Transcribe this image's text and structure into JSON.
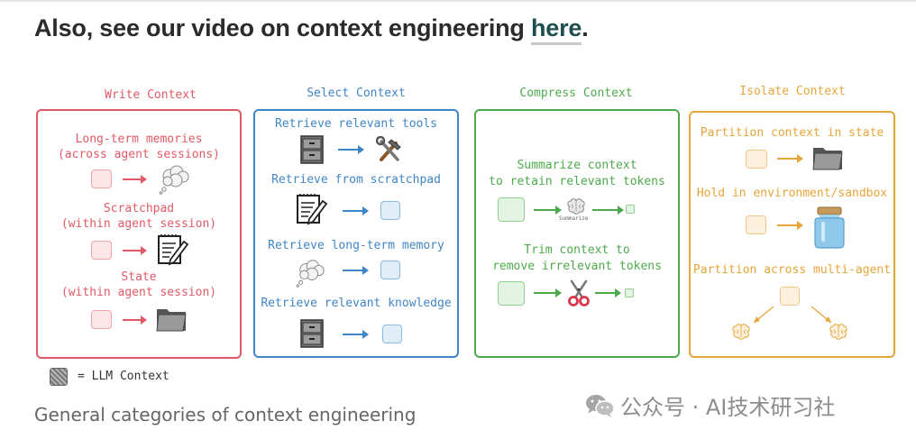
{
  "header": {
    "prefix": "Also, see our video on context engineering ",
    "link": "here",
    "suffix": "."
  },
  "columns": {
    "write": {
      "title": "Write Context",
      "color": "#e05a66"
    },
    "select": {
      "title": "Select Context",
      "color": "#3f86c6"
    },
    "compress": {
      "title": "Compress Context",
      "color": "#4caa4c"
    },
    "isolate": {
      "title": "Isolate Context",
      "color": "#e6a53a"
    }
  },
  "write": {
    "items": [
      {
        "line1": "Long-term memories",
        "line2": "(across agent sessions)",
        "icon": "thought-cloud-icon"
      },
      {
        "line1": "Scratchpad",
        "line2": "(within agent session)",
        "icon": "notepad-pencil-icon"
      },
      {
        "line1": "State",
        "line2": "(within agent session)",
        "icon": "folder-icon"
      }
    ]
  },
  "select": {
    "items": [
      {
        "label": "Retrieve relevant tools",
        "icon": "hammer-wrench-icon"
      },
      {
        "label": "Retrieve from scratchpad",
        "icon": "notepad-pencil-icon"
      },
      {
        "label": "Retrieve long-term memory",
        "icon": "thought-cloud-icon"
      },
      {
        "label": "Retrieve relevant knowledge",
        "icon": "file-cabinet-icon"
      }
    ]
  },
  "compress": {
    "items": [
      {
        "line1": "Summarize context",
        "line2": "to retain relevant tokens",
        "icon": "brain-icon",
        "icon_label": "Summarize"
      },
      {
        "line1": "Trim context to",
        "line2": "remove irrelevant tokens",
        "icon": "scissors-icon"
      }
    ]
  },
  "isolate": {
    "items": [
      {
        "label": "Partition context in state",
        "icon": "folder-icon"
      },
      {
        "label": "Hold in environment/sandbox",
        "icon": "jar-icon"
      },
      {
        "label": "Partition across multi-agent",
        "icon": "brain-icon"
      }
    ]
  },
  "legend": {
    "label": "= LLM Context"
  },
  "caption": "General categories of context engineering",
  "watermark": "公众号 · AI技术研习社"
}
